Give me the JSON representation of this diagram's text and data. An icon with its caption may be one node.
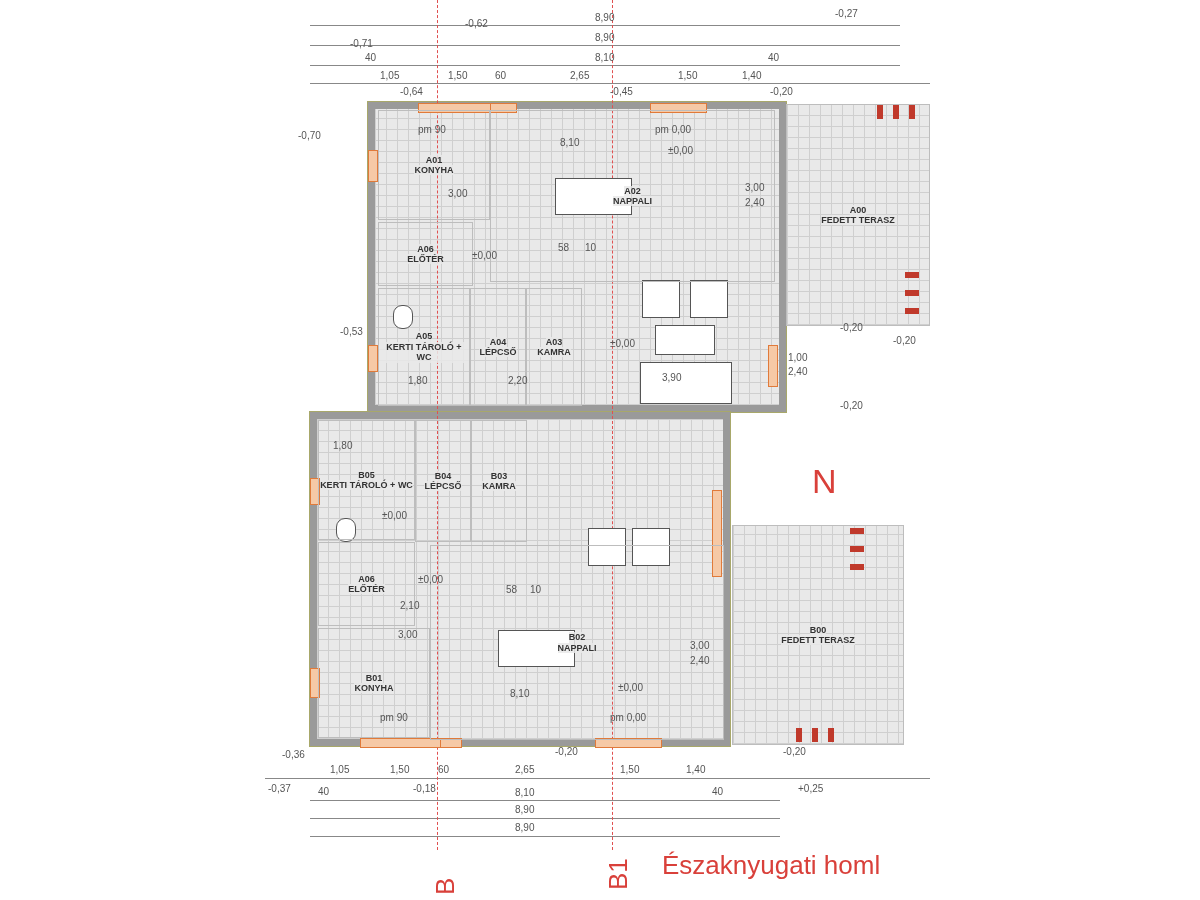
{
  "diagram": {
    "nodes": [
      {
        "text": [
          "A01",
          "KONYHA"
        ]
      },
      {
        "text": [
          "A02",
          "NAPPALI"
        ]
      },
      {
        "text": [
          "A06",
          "ELŐTÉR"
        ]
      },
      {
        "text": [
          "A05",
          "KERTI TÁROLÓ + WC"
        ]
      },
      {
        "text": [
          "A04",
          "LÉPCSŐ"
        ]
      },
      {
        "text": [
          "A03",
          "KAMRA"
        ]
      },
      {
        "text": [
          "A00",
          "FEDETT TERASZ"
        ]
      },
      {
        "text": [
          "B05",
          "KERTI TÁROLÓ + WC"
        ]
      },
      {
        "text": [
          "B04",
          "LÉPCSŐ"
        ]
      },
      {
        "text": [
          "B03",
          "KAMRA"
        ]
      },
      {
        "text": [
          "A06",
          "ELŐTÉR"
        ]
      },
      {
        "text": [
          "B02",
          "NAPPALI"
        ]
      },
      {
        "text": [
          "B01",
          "KONYHA"
        ]
      },
      {
        "text": [
          "B00",
          "FEDETT TERASZ"
        ]
      }
    ],
    "labels": [
      "8,90",
      "-0,62",
      "-0,27",
      "8,90",
      "-0,71",
      "40",
      "8,10",
      "40",
      "1,05",
      "1,50",
      "60",
      "2,65",
      "1,50",
      "1,40",
      "-0,64",
      "-0,45",
      "-0,20",
      "pm 90",
      "pm 0,00",
      "8,10",
      "±0,00",
      "3,00",
      "3,00",
      "2,40",
      "±0,00",
      "58",
      "10",
      "±0,00",
      "1,80",
      "2,20",
      "3,90",
      "-0,53",
      "-0,70",
      "-0,20",
      "-0,20",
      "1,00",
      "2,40",
      "-0,20",
      "1,80",
      "±0,00",
      "±0,00",
      "2,10",
      "3,00",
      "58",
      "10",
      "3,00",
      "2,40",
      "8,10",
      "±0,00",
      "pm 90",
      "pm 0,00",
      "-0,36",
      "-0,20",
      "-0,20",
      "1,05",
      "1,50",
      "60",
      "2,65",
      "1,50",
      "1,40",
      "-0,37",
      "40",
      "-0,18",
      "8,10",
      "40",
      "+0,25",
      "8,90",
      "8,90",
      "B",
      "B1",
      "Északnyugati homl",
      "N"
    ]
  }
}
